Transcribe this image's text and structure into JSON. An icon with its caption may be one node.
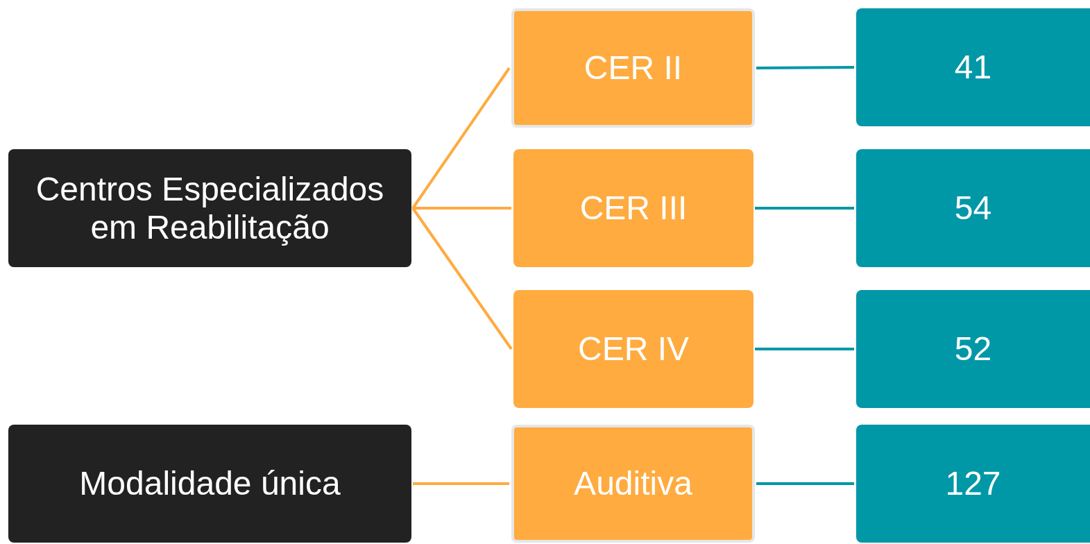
{
  "diagram": {
    "nodes": [
      {
        "text": [
          "Centros Especializados em Reabilitação"
        ]
      },
      {
        "text": [
          "CER II"
        ]
      },
      {
        "text": [
          "CER III"
        ]
      },
      {
        "text": [
          "CER IV"
        ]
      },
      {
        "text": [
          "Modalidade única"
        ]
      },
      {
        "text": [
          "Auditiva"
        ]
      },
      {
        "text": [
          "41"
        ]
      },
      {
        "text": [
          "54"
        ]
      },
      {
        "text": [
          "52"
        ]
      },
      {
        "text": [
          "127"
        ]
      }
    ],
    "edges": [
      {
        "from": 0,
        "to": 1,
        "arrow": "none",
        "color": "#ffab40"
      },
      {
        "from": 0,
        "to": 2,
        "arrow": "none",
        "color": "#ffab40"
      },
      {
        "from": 0,
        "to": 3,
        "arrow": "none",
        "color": "#ffab40"
      },
      {
        "from": 4,
        "to": 5,
        "arrow": "none",
        "color": "#ffab40"
      },
      {
        "from": 1,
        "to": 6,
        "arrow": "none",
        "color": "#0097a7"
      },
      {
        "from": 2,
        "to": 7,
        "arrow": "none",
        "color": "#0097a7"
      },
      {
        "from": 3,
        "to": 8,
        "arrow": "none",
        "color": "#0097a7"
      },
      {
        "from": 5,
        "to": 9,
        "arrow": "none",
        "color": "#0097a7"
      }
    ]
  }
}
